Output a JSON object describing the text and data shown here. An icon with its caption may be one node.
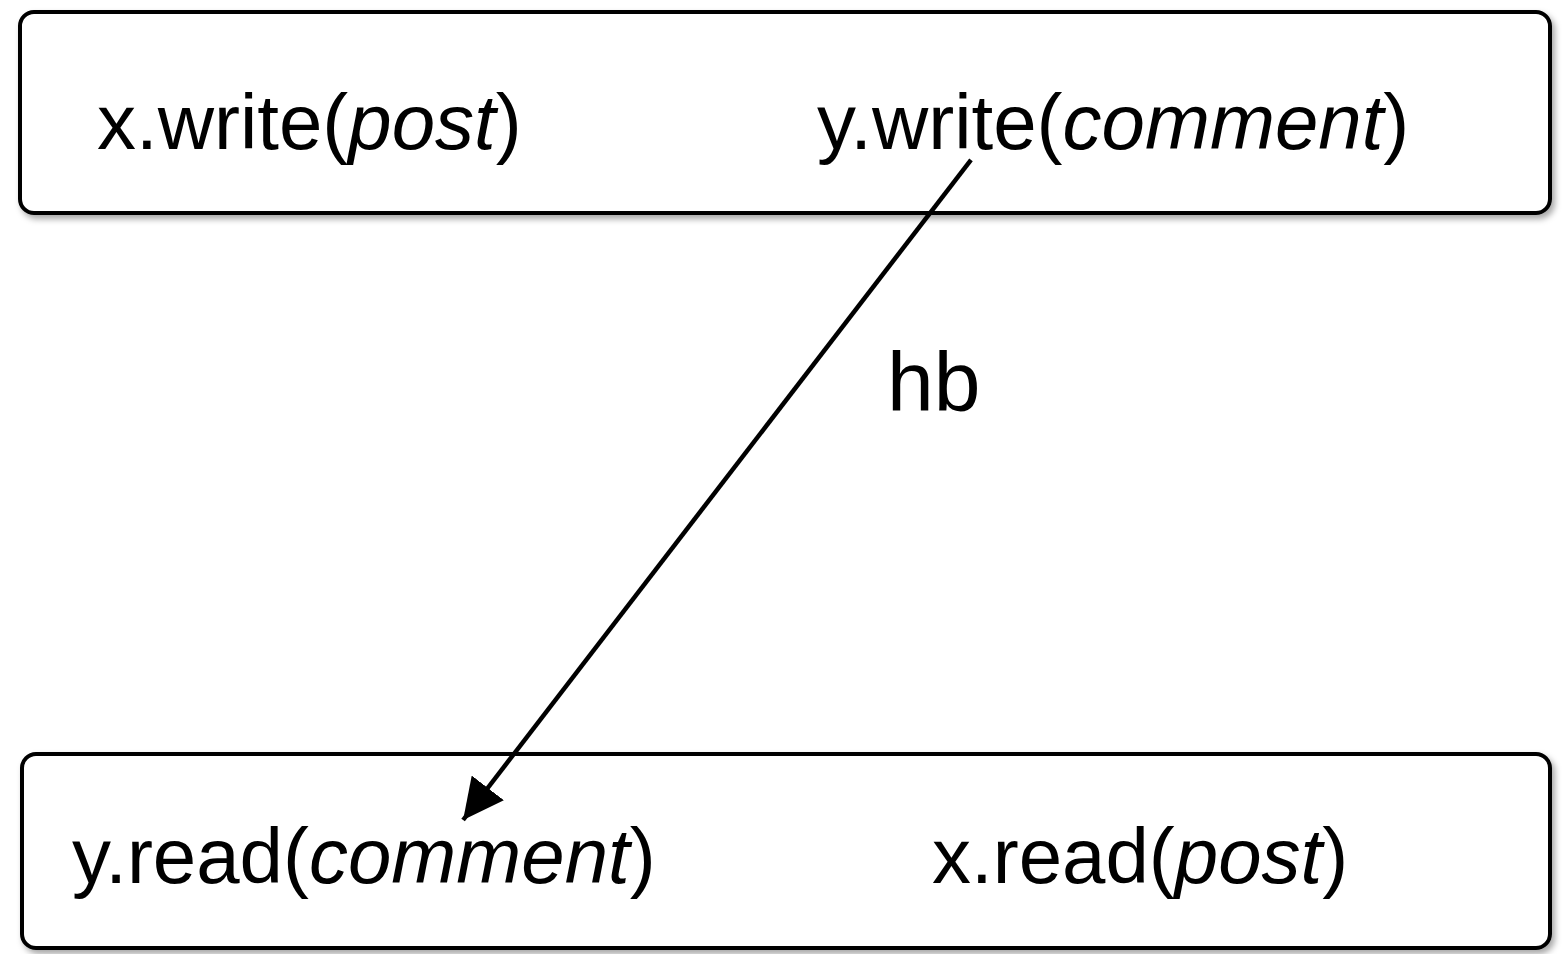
{
  "diagram": {
    "nodes": [
      {
        "text": [],
        "shape": "box"
      },
      {
        "text": [
          "x.write(*post*)"
        ],
        "in": 0
      },
      {
        "text": [
          "y.write(*comment*)"
        ],
        "in": 0
      },
      {
        "text": [],
        "shape": "box"
      },
      {
        "text": [
          "y.read(*comment*)"
        ],
        "in": 3
      },
      {
        "text": [
          "x.read(*post*)"
        ],
        "in": 3
      }
    ],
    "edges": [
      {
        "from": 2,
        "to": 4,
        "arrow": "to",
        "label": "hb"
      }
    ]
  }
}
